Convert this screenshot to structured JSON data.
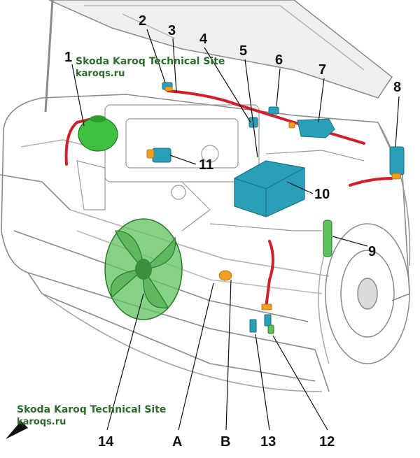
{
  "watermarks": [
    {
      "site_title": "Skoda Karoq Technical Site",
      "site_url": "karoqs.ru"
    },
    {
      "site_title": "Skoda Karoq Technical Site",
      "site_url": "karoqs.ru"
    }
  ],
  "callouts": {
    "c1": "1",
    "c2": "2",
    "c3": "3",
    "c4": "4",
    "c5": "5",
    "c6": "6",
    "c7": "7",
    "c8": "8",
    "c9": "9",
    "c10": "10",
    "c11": "11",
    "c12": "12",
    "c13": "13",
    "c14": "14",
    "cA": "A",
    "cB": "B"
  },
  "colors": {
    "line_art": "#8a8a8a",
    "coolant_reservoir": "#3fbf3f",
    "fan": "#4aa84a",
    "component_blue": "#2a9fb8",
    "harness_red": "#d0202a",
    "connector_orange": "#f0a020"
  }
}
